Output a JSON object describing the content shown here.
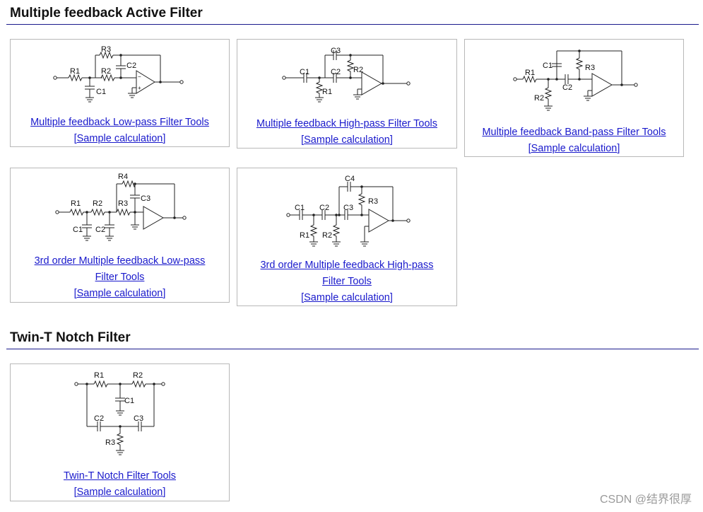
{
  "sections": {
    "mfb": {
      "title": "Multiple feedback Active Filter"
    },
    "twint": {
      "title": "Twin-T Notch Filter"
    }
  },
  "cards": {
    "lowpass": {
      "link": "Multiple feedback Low-pass Filter Tools",
      "sample": "[Sample calculation]"
    },
    "highpass": {
      "link": "Multiple feedback High-pass Filter Tools",
      "sample": "[Sample calculation]"
    },
    "bandpass": {
      "link": "Multiple feedback Band-pass Filter Tools",
      "sample": "[Sample calculation]"
    },
    "lp3": {
      "link_line1": "3rd order Multiple feedback Low-pass",
      "link_line2": "Filter Tools",
      "sample": "[Sample calculation]"
    },
    "hp3": {
      "link_line1": "3rd order Multiple feedback High-pass",
      "link_line2": "Filter Tools",
      "sample": "[Sample calculation]"
    },
    "twint": {
      "link": "Twin-T Notch Filter Tools",
      "sample": "[Sample calculation]"
    }
  },
  "labels": {
    "lowpass": {
      "r1": "R1",
      "r2": "R2",
      "r3": "R3",
      "c1": "C1",
      "c2": "C2"
    },
    "highpass": {
      "c1": "C1",
      "c2": "C2",
      "c3": "C3",
      "r1": "R1",
      "r2": "R2"
    },
    "bandpass": {
      "r1": "R1",
      "r2": "R2",
      "r3": "R3",
      "c1": "C1",
      "c2": "C2"
    },
    "lp3": {
      "r1": "R1",
      "r2": "R2",
      "r3": "R3",
      "r4": "R4",
      "c1": "C1",
      "c2": "C2",
      "c3": "C3"
    },
    "hp3": {
      "c1": "C1",
      "c2": "C2",
      "c3": "C3",
      "c4": "C4",
      "r1": "R1",
      "r2": "R2",
      "r3": "R3"
    },
    "twint": {
      "r1": "R1",
      "r2": "R2",
      "r3": "R3",
      "c1": "C1",
      "c2": "C2",
      "c3": "C3"
    }
  },
  "watermark": "CSDN @结界很厚"
}
